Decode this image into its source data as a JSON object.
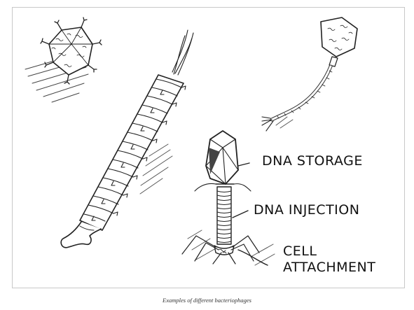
{
  "figure": {
    "labels": {
      "dna_storage": "DNA STORAGE",
      "dna_injection": "DNA INJECTION",
      "cell_attachment_line1": "CELL",
      "cell_attachment_line2": "ATTACHMENT"
    }
  },
  "caption": "Examples of different bacteriophages"
}
